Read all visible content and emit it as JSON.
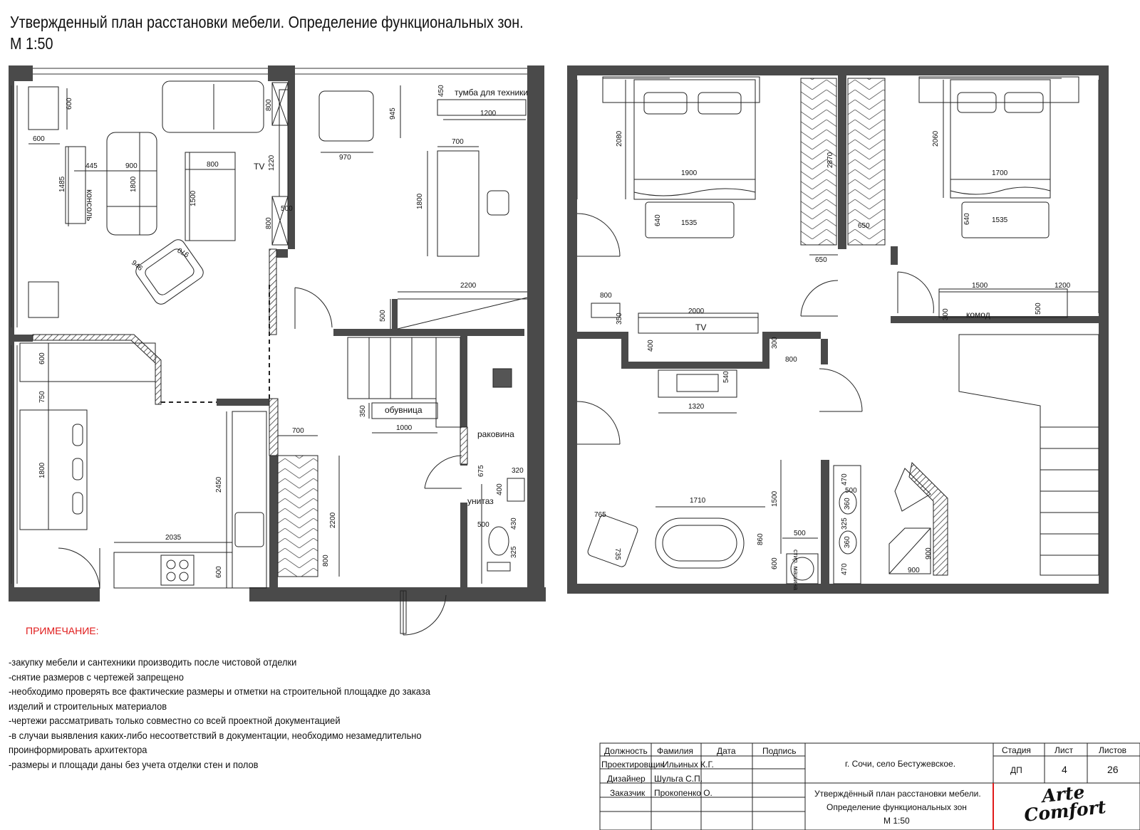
{
  "title": {
    "line1": "Утвержденный план расстановки мебели. Определение функциональных зон.",
    "line2": "М 1:50"
  },
  "plan1": {
    "labels": {
      "console": "консоль",
      "tv": "TV",
      "tv_stand": "тумба для техники",
      "shoe_rack": "обувница",
      "sink": "раковина",
      "toilet": "унитаз"
    },
    "dims": {
      "d600a": "600",
      "d600b": "600",
      "d445": "445",
      "d900": "900",
      "d1485": "1485",
      "d1800a": "1800",
      "d800a": "800",
      "d1500a": "1500",
      "d946": "946",
      "d970a": "970",
      "d800b": "800",
      "d1220": "1220",
      "d500a": "500",
      "d800c": "800",
      "d450": "450",
      "d1200a": "1200",
      "d945": "945",
      "d970b": "970",
      "d700a": "700",
      "d1800b": "1800",
      "d2200a": "2200",
      "d500b": "500",
      "d600c": "600",
      "d750": "750",
      "d1800c": "1800",
      "d2450": "2450",
      "d2035": "2035",
      "d600d": "600",
      "d700b": "700",
      "d2200b": "2200",
      "d800d": "800",
      "d350": "350",
      "d1000": "1000",
      "d675": "675",
      "d320": "320",
      "d400": "400",
      "d500c": "500",
      "d430": "430",
      "d325": "325"
    }
  },
  "plan2": {
    "labels": {
      "tv": "TV",
      "dresser": "комод",
      "washer": "стир. машина"
    },
    "dims": {
      "d2080": "2080",
      "d1900": "1900",
      "d640a": "640",
      "d1535a": "1535",
      "d2870": "2870",
      "d650a": "650",
      "d650b": "650",
      "d2060": "2060",
      "d1700": "1700",
      "d640b": "640",
      "d1535b": "1535",
      "d800a": "800",
      "d350": "350",
      "d2000": "2000",
      "d400": "400",
      "d300a": "300",
      "d800b": "800",
      "d540": "540",
      "d1320": "1320",
      "d1500a": "1500",
      "d1200": "1200",
      "d300b": "300",
      "d500a": "500",
      "d1710": "1710",
      "d765": "765",
      "d735": "735",
      "d1500b": "1500",
      "d860": "860",
      "d600": "600",
      "d500b": "500",
      "d470a": "470",
      "d500c": "500",
      "d360a": "360",
      "d325": "325",
      "d360b": "360",
      "d470b": "470",
      "d900a": "900",
      "d900b": "900"
    }
  },
  "notes": {
    "heading": "ПРИМЕЧАНИЕ:",
    "lines": [
      "-закупку мебели и сантехники производить после чистовой отделки",
      "-снятие размеров с чертежей запрещено",
      "-необходимо проверять все фактические размеры и отметки на строительной площадке до заказа",
      "изделий и строительных материалов",
      "-чертежи рассматривать только совместно со всей проектной документацией",
      "-в случаи выявления каких-либо несоответствий в документации, необходимо незамедлительно",
      "проинформировать архитектора",
      "-размеры и площади даны без учета отделки стен и полов"
    ]
  },
  "stamp": {
    "headers": {
      "position": "Должность",
      "surname": "Фамилия",
      "date": "Дата",
      "signature": "Подпись"
    },
    "rows": [
      {
        "position": "Проектировщик",
        "surname": "Ильиных К.Г."
      },
      {
        "position": "Дизайнер",
        "surname": "Шульга С.П."
      },
      {
        "position": "Заказчик",
        "surname": "Прокопенко О."
      }
    ],
    "location": "г. Сочи, село Бестужевское.",
    "sheet_title_1": "Утверждённый план расстановки мебели.",
    "sheet_title_2": "Определение функциональных зон",
    "sheet_title_3": "М 1:50",
    "stage_label": "Стадия",
    "sheet_label": "Лист",
    "sheets_label": "Листов",
    "stage": "ДП",
    "sheet": "4",
    "sheets": "26",
    "logo_line1": "Arte",
    "logo_line2": "Comfort"
  },
  "colors": {
    "wall": "#4a4a4a",
    "line": "#222222",
    "note_heading": "#e01a1a"
  }
}
